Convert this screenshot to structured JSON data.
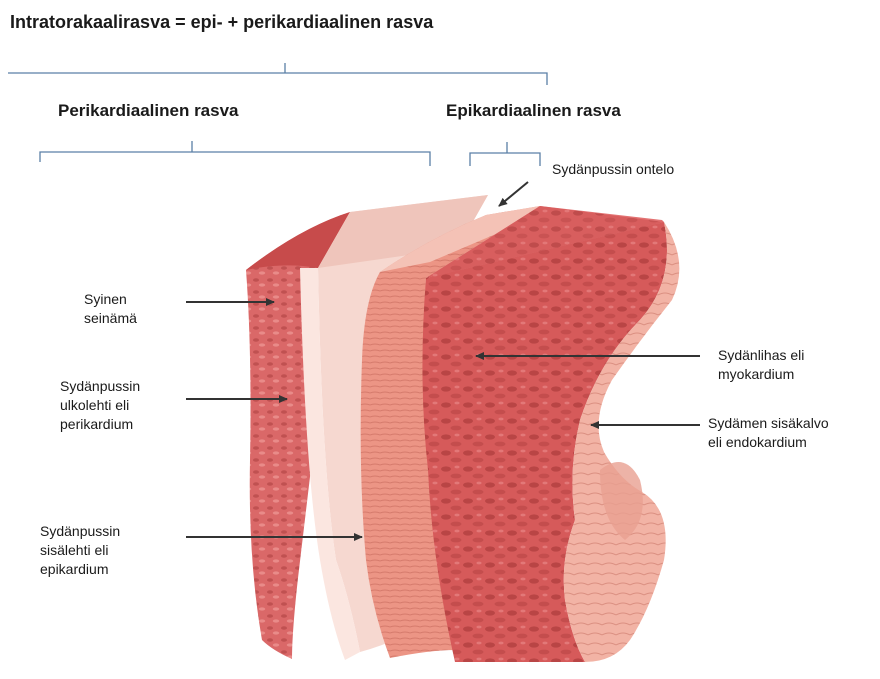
{
  "title": "Intratorakaalirasva = epi- + perikardiaalinen rasva",
  "headings": {
    "pericardial": "Perikardiaalinen rasva",
    "epicardial": "Epikardiaalinen rasva"
  },
  "labels": {
    "cavity": "Sydänpussin ontelo",
    "fibrous_1": "Syinen",
    "fibrous_2": "seinämä",
    "parietal_1": "Sydänpussin",
    "parietal_2": "ulkolehti eli",
    "parietal_3": "perikardium",
    "visceral_1": "Sydänpussin",
    "visceral_2": "sisälehti eli",
    "visceral_3": "epikardium",
    "myocardium_1": "Sydänlihas eli",
    "myocardium_2": "myokardium",
    "endocardium_1": "Sydämen sisäkalvo",
    "endocardium_2": "eli endokardium"
  },
  "colors": {
    "bracket": "#5b7fa6",
    "arrow": "#333333",
    "muscle": "#d95f5f",
    "muscle_dark": "#b5403f",
    "pale_layer": "#f7d7cf",
    "epicardium": "#ee9b8c",
    "endocardium": "#f1b1a3"
  }
}
